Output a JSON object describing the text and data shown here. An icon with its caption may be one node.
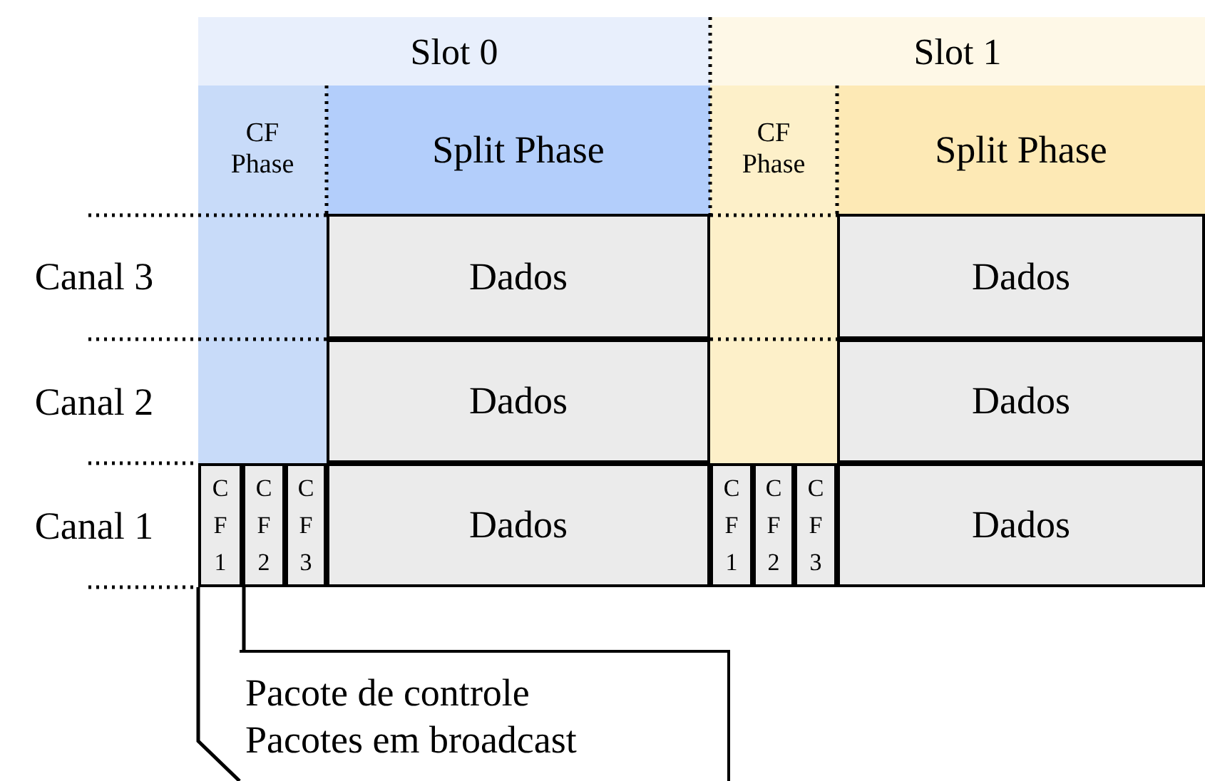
{
  "diagram": {
    "nodes": [
      {
        "text": [
          "Slot 0"
        ]
      },
      {
        "text": [
          "Slot 1"
        ]
      },
      {
        "text": [
          "CF Phase"
        ]
      },
      {
        "text": [
          "Split Phase"
        ]
      },
      {
        "text": [
          "CF Phase"
        ]
      },
      {
        "text": [
          "Split Phase"
        ]
      },
      {
        "text": [
          "Dados"
        ]
      },
      {
        "text": [
          "Dados"
        ]
      },
      {
        "text": [
          "Dados"
        ]
      },
      {
        "text": [
          "Dados"
        ]
      },
      {
        "text": [
          "CF1"
        ]
      },
      {
        "text": [
          "CF2"
        ]
      },
      {
        "text": [
          "CF3"
        ]
      },
      {
        "text": [
          "Dados"
        ]
      },
      {
        "text": [
          "CF1"
        ]
      },
      {
        "text": [
          "CF2"
        ]
      },
      {
        "text": [
          "CF3"
        ]
      },
      {
        "text": [
          "Dados"
        ]
      },
      {
        "text": [
          "Pacote de controle",
          "Pacotes em broadcast"
        ]
      }
    ],
    "edges": [
      {
        "from": 10,
        "to": 18,
        "arrow": "none"
      },
      {
        "from": 11,
        "to": 18,
        "arrow": "none"
      }
    ],
    "labels": [
      "Canal 3",
      "Canal 2",
      "Canal 1"
    ]
  }
}
